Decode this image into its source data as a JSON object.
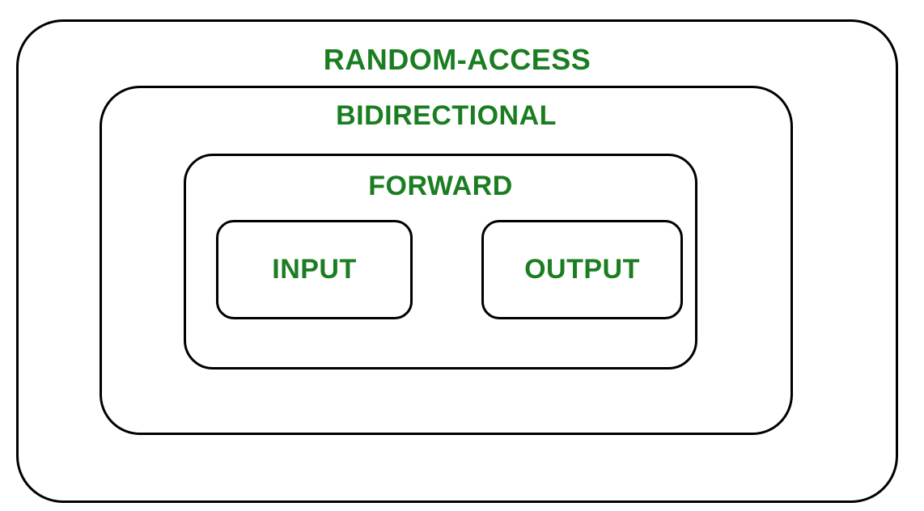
{
  "diagram": {
    "description": "nested-rounded-rectangle-hierarchy",
    "colors": {
      "label_text": "#1b7d21",
      "border": "#000000",
      "background": "#ffffff"
    },
    "boxes": {
      "random_access": {
        "label": "RANDOM-ACCESS"
      },
      "bidirectional": {
        "label": "BIDIRECTIONAL"
      },
      "forward": {
        "label": "FORWARD"
      },
      "input": {
        "label": "INPUT"
      },
      "output": {
        "label": "OUTPUT"
      }
    },
    "hierarchy": [
      "RANDOM-ACCESS > BIDIRECTIONAL > FORWARD > (INPUT, OUTPUT)"
    ]
  }
}
